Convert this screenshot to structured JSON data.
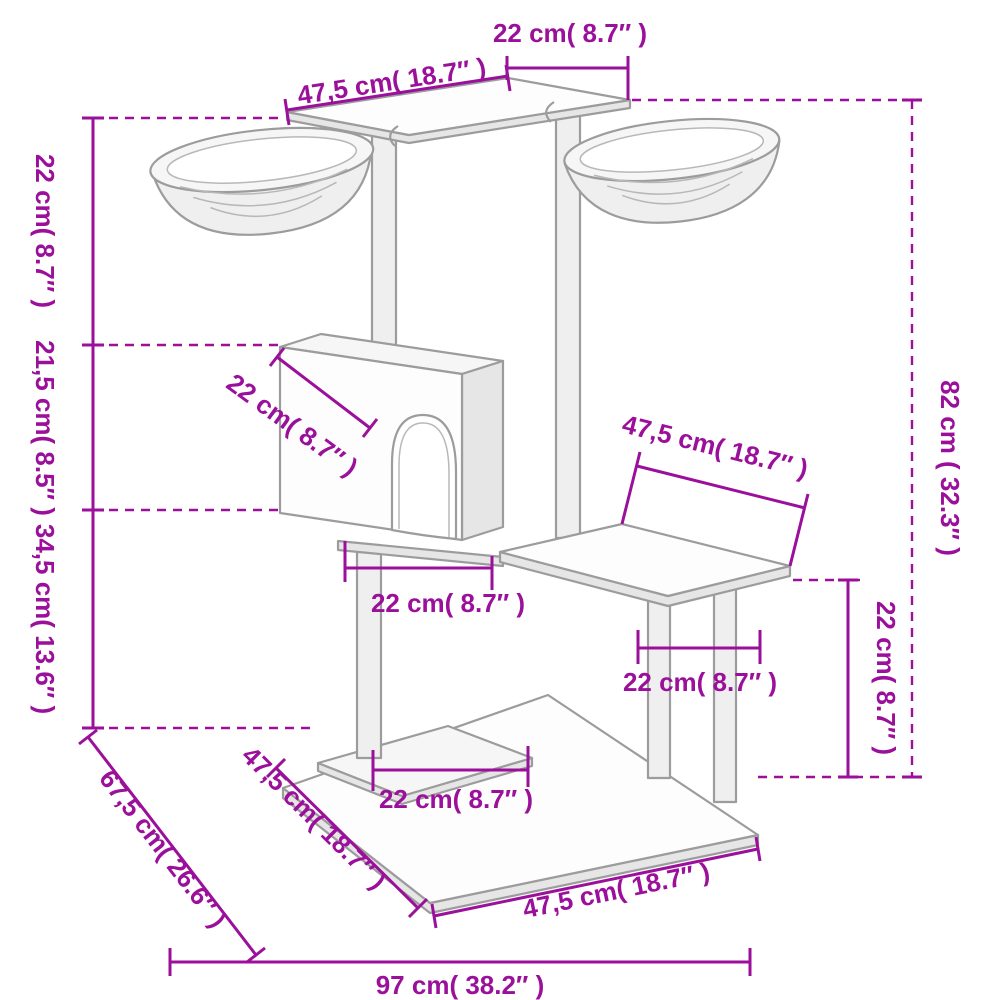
{
  "meta": {
    "diagram_type": "product dimension drawing",
    "product": "cat tree with scratching posts, house, platforms and two hanging baskets"
  },
  "colors": {
    "dimension": "#9b109b",
    "drawing": "#9c9c9c",
    "background": "#ffffff"
  },
  "labels": {
    "top_platform_width": "22 cm( 8.7″ )",
    "top_platform_length": "47,5 cm( 18.7″ )",
    "upper_section_height": "22 cm( 8.7″ )",
    "house_section_height": "21,5 cm( 8.5″ )",
    "lower_section_height": "34,5 cm( 13.6″ )",
    "base_depth": "67,5 cm( 26.6″ )",
    "base_left_edge": "47,5 cm( 18.7″ )",
    "base_width": "97 cm( 38.2″ )",
    "base_right_edge": "47,5 cm( 18.7″ )",
    "mid_platform_length": "47,5 cm( 18.7″ )",
    "house_depth": "22 cm( 8.7″ )",
    "house_platform_width": "22 cm( 8.7″ )",
    "post_spacing": "22 cm( 8.7″ )",
    "step_width": "22 cm( 8.7″ )",
    "total_height": "82 cm ( 32.3″ )",
    "platform_height": "22 cm( 8.7″ )"
  }
}
